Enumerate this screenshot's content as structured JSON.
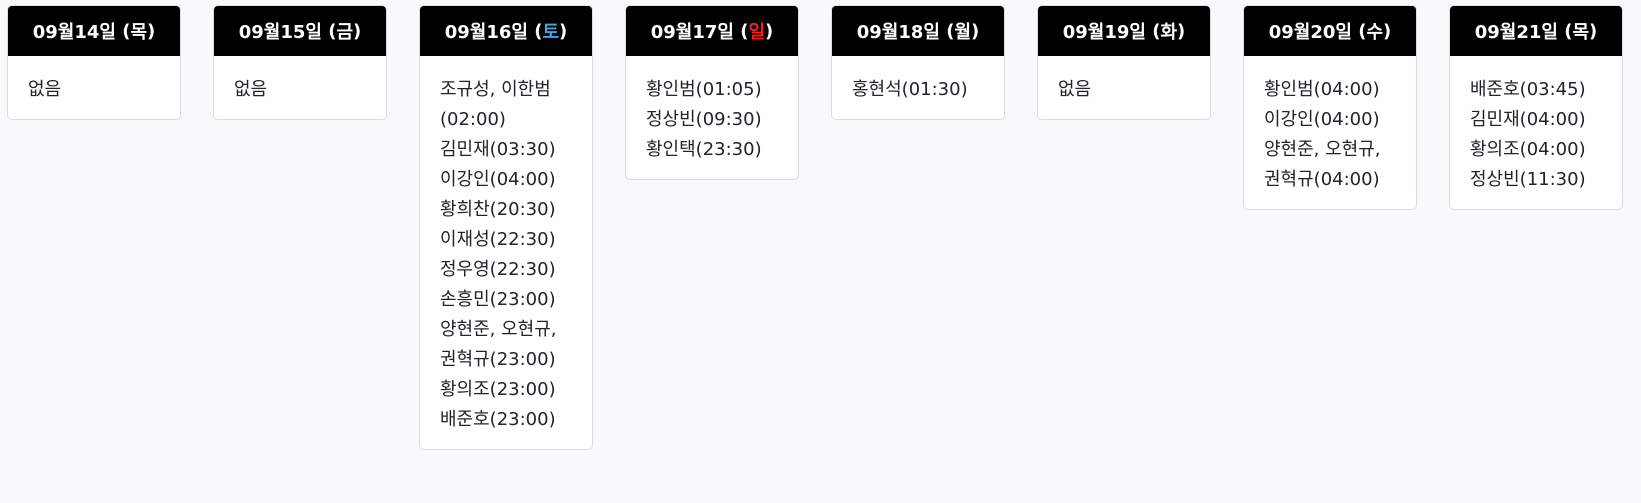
{
  "days": [
    {
      "date": "09월14일",
      "weekday": "목",
      "weekday_type": "weekday",
      "entries": [
        "없음"
      ]
    },
    {
      "date": "09월15일",
      "weekday": "금",
      "weekday_type": "weekday",
      "entries": [
        "없음"
      ]
    },
    {
      "date": "09월16일",
      "weekday": "토",
      "weekday_type": "sat",
      "entries": [
        "조규성, 이한범(02:00)",
        "김민재(03:30)",
        "이강인(04:00)",
        "황희찬(20:30)",
        "이재성(22:30)",
        "정우영(22:30)",
        "손흥민(23:00)",
        "양현준, 오현규, 권혁규(23:00)",
        "황의조(23:00)",
        "배준호(23:00)"
      ]
    },
    {
      "date": "09월17일",
      "weekday": "일",
      "weekday_type": "sun",
      "entries": [
        "황인범(01:05)",
        "정상빈(09:30)",
        "황인택(23:30)"
      ]
    },
    {
      "date": "09월18일",
      "weekday": "월",
      "weekday_type": "weekday",
      "entries": [
        "홍현석(01:30)"
      ]
    },
    {
      "date": "09월19일",
      "weekday": "화",
      "weekday_type": "weekday",
      "entries": [
        "없음"
      ]
    },
    {
      "date": "09월20일",
      "weekday": "수",
      "weekday_type": "weekday",
      "entries": [
        "황인범(04:00)",
        "이강인(04:00)",
        "양현준, 오현규, 권혁규(04:00)"
      ]
    },
    {
      "date": "09월21일",
      "weekday": "목",
      "weekday_type": "weekday",
      "entries": [
        "배준호(03:45)",
        "김민재(04:00)",
        "황의조(04:00)",
        "정상빈(11:30)"
      ]
    }
  ],
  "colors": {
    "page_background": "#f8f9fa",
    "header_background": "#000000",
    "header_text": "#ffffff",
    "saturday": "#4aa3df",
    "sunday": "#ff1a1a",
    "card_background": "#ffffff",
    "card_border": "#dadde1"
  }
}
